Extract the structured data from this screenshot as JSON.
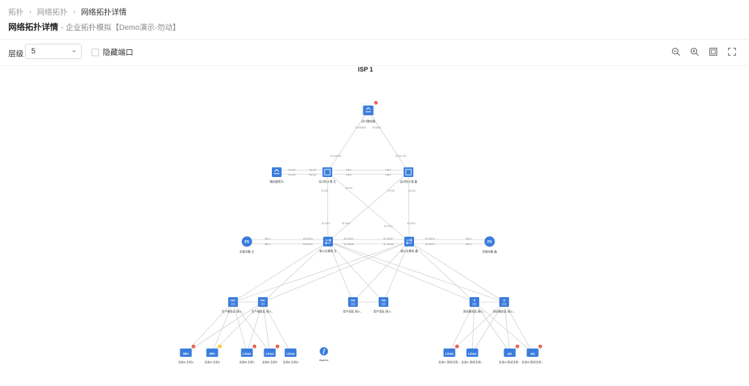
{
  "breadcrumb": {
    "items": [
      "拓扑",
      "网络拓扑",
      "网络拓扑详情"
    ]
  },
  "page": {
    "title": "网络拓扑详情",
    "subtitle": "- 企业拓扑模拟【Demo演示-勿动】"
  },
  "toolbar": {
    "level_label": "层级",
    "level_value": "5",
    "hide_ports_label": "隐藏端口",
    "zoom_out_icon": "zoom-out-icon",
    "zoom_in_icon": "zoom-in-icon",
    "fit_icon": "fit-view-icon",
    "fullscreen_icon": "fullscreen-icon"
  },
  "topology": {
    "cloud_label": "ISP 1",
    "nodes": {
      "router": {
        "label": "出口路由器",
        "badge": "2",
        "icon": "router-icon"
      },
      "fw_main": {
        "label": "出口防火墙-主",
        "icon": "firewall-icon"
      },
      "fw_backup": {
        "label": "出口防火墙-备",
        "icon": "firewall-icon"
      },
      "bypass": {
        "label": "路由器旁方",
        "icon": "router-icon"
      },
      "lb_main": {
        "label": "负载均衡-主",
        "icon": "f5-icon"
      },
      "lb_backup": {
        "label": "负载均衡-备",
        "icon": "f5-icon"
      },
      "core_main": {
        "label": "核心交换机-主",
        "icon": "switch-icon"
      },
      "core_backup": {
        "label": "核心交换机-备",
        "icon": "switch-icon"
      },
      "acc1": {
        "label": "生产服务区-接入...",
        "brand": "H3C"
      },
      "acc2": {
        "label": "生产服务区-接入...",
        "brand": "H3C"
      },
      "acc3": {
        "label": "用户园区-接入...",
        "brand": "HW"
      },
      "acc4": {
        "label": "用户园区-接入...",
        "brand": "HW"
      },
      "acc5": {
        "label": "测试服务区-接入...",
        "brand": "R"
      },
      "acc6": {
        "label": "测试服务区-接入...",
        "brand": "R"
      },
      "h1": {
        "label": "业务A-主机1",
        "os": "Win",
        "badge": "4"
      },
      "h2": {
        "label": "业务A-主机2",
        "os": "Win",
        "badge": "1"
      },
      "h3": {
        "label": "业务B-主机1",
        "os": "Linux",
        "badge": "1"
      },
      "h4": {
        "label": "业务B-主机2",
        "os": "Linux",
        "badge": "1"
      },
      "h5": {
        "label": "业务B-主机3",
        "os": "Linux",
        "badge": ""
      },
      "apache": {
        "label": "Apache",
        "os": ""
      },
      "t1": {
        "label": "业务C-测试主机...",
        "os": "Linux",
        "badge": "1"
      },
      "t2": {
        "label": "业务C-测试主机...",
        "os": "Linux",
        "badge": ""
      },
      "t3": {
        "label": "业务A-测试主机...",
        "os": "aix",
        "badge": "2"
      },
      "t4": {
        "label": "业务A-测试主机...",
        "os": "aix",
        "badge": "3"
      }
    },
    "ports": {
      "r_left": "Gi 0/0/0/3",
      "r_right": "Gi 0/0/4",
      "fwm_top": "Gi 0/0/0/3",
      "fwb_top": "Gi 0/1 0/2",
      "byp_a": "Fa 0/1",
      "byp_b": "Fa 0/2",
      "fwm_a": "Fa 0/1",
      "fwm_b": "Fa 0/2",
      "ha1m": "HA 1",
      "ha2m": "HA 2",
      "ha1b": "HA 1",
      "ha2b": "HA 2",
      "fwm_bot": "Gi 0/3",
      "fwm_bot2": "Gi 0/4",
      "fwb_bot": "Gi 0/3",
      "fwb_bot2": "Gi 0/4",
      "cm_up1": "Gi 1/0/1",
      "cm_up2": "Gi 2/0/1",
      "cb_up1": "Gi 1/0/1",
      "cb_up2": "Gi 2/0/1",
      "lbm1": "Eth 1",
      "lbm2": "Eth 2",
      "cm_l1": "Gi 1/0/11",
      "cm_l2": "Gi 2/0/11",
      "cm_r1": "Gi 1/0/47",
      "cm_r2": "Gi 1/0/48",
      "cb_l1": "Gi 1/0/47",
      "cb_l2": "Gi 1/0/48",
      "cb_r1": "Gi 1/0/11",
      "cb_r2": "Gi 2/0/11",
      "lbb1": "Eth 1",
      "lbb2": "Eth 2"
    }
  }
}
